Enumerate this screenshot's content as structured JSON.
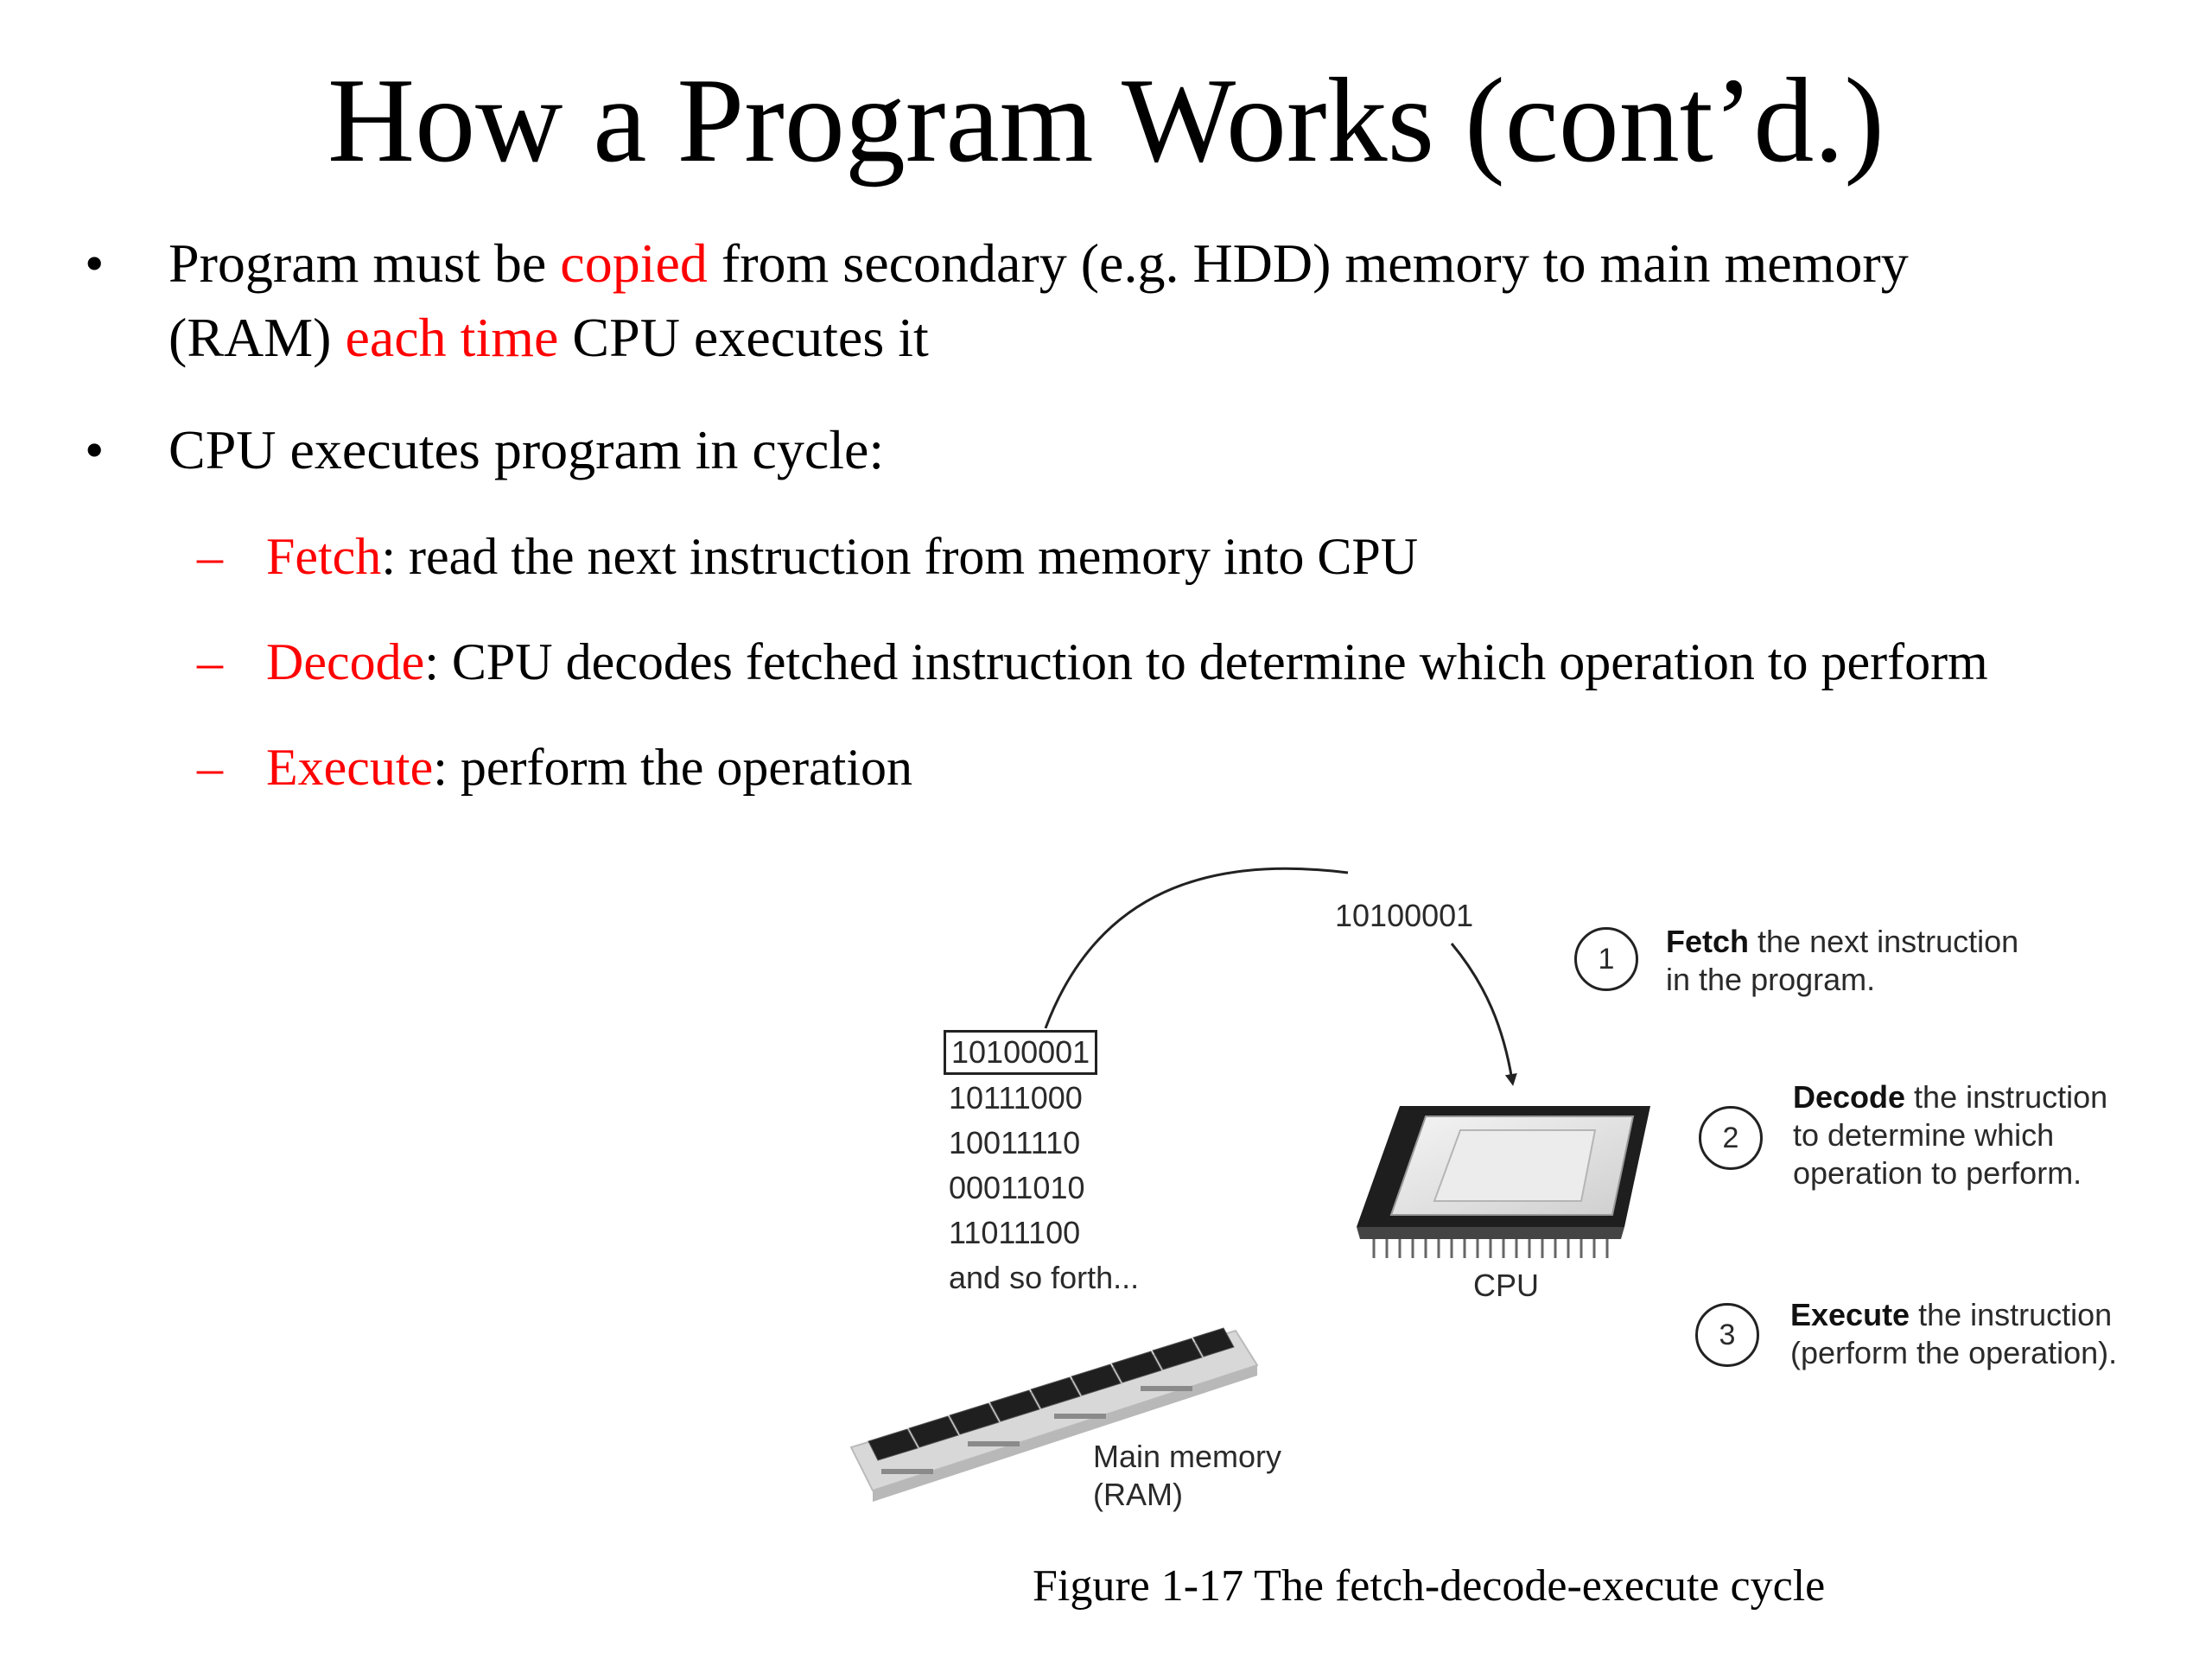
{
  "title": "How a Program Works (cont’d.)",
  "bullets": [
    {
      "marker": "•",
      "line1_prefix": "Program must be ",
      "line1_red": "copied",
      "line1_suffix": " from secondary (e.g. HDD) memory to main memory",
      "line2_prefix": "(RAM) ",
      "line2_red": "each time",
      "line2_suffix": " CPU executes it"
    },
    {
      "marker": "•",
      "text": "CPU executes program in cycle:"
    }
  ],
  "subbullets": [
    {
      "marker": "–",
      "term": "Fetch",
      "rest": ": read the next instruction from memory into CPU"
    },
    {
      "marker": "–",
      "term": "Decode",
      "rest": ": CPU decodes fetched instruction to determine which operation to perform"
    },
    {
      "marker": "–",
      "term": "Execute",
      "rest": ": perform the operation"
    }
  ],
  "figure": {
    "memory_contents": [
      "10100001",
      "10111000",
      "10011110",
      "00011010",
      "11011100",
      "and so forth..."
    ],
    "transfer_label": "10100001",
    "cpu_label": "CPU",
    "ram_label_line1": "Main memory",
    "ram_label_line2": "(RAM)",
    "steps": [
      {
        "num": "1",
        "bold": "Fetch",
        "line1_rest": " the next instruction",
        "line2": "in the program."
      },
      {
        "num": "2",
        "bold": "Decode",
        "line1_rest": " the instruction",
        "line2": "to determine which",
        "line3": "operation to perform."
      },
      {
        "num": "3",
        "bold": "Execute",
        "line1_rest": " the instruction",
        "line2": "(perform the operation)."
      }
    ],
    "caption": "Figure 1-17 The fetch-decode-execute cycle"
  },
  "colors": {
    "highlight": "#ff0000",
    "text": "#000000"
  }
}
